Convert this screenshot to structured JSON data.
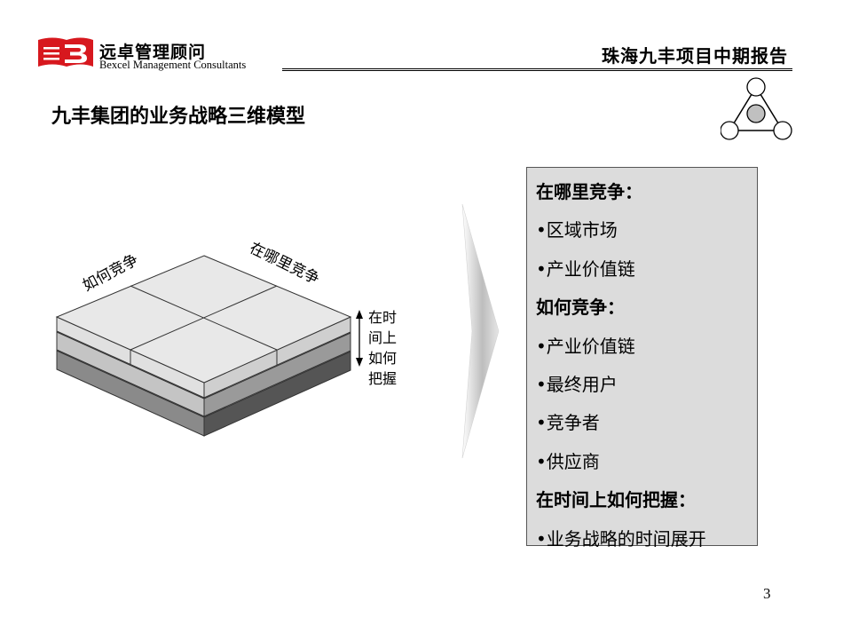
{
  "header": {
    "company_cn": "远卓管理顾问",
    "company_en": "Bexcel Management Consultants",
    "report_title": "珠海九丰项目中期报告"
  },
  "page_title": "九丰集团的业务战略三维模型",
  "model": {
    "label_left": "如何竞争",
    "label_right": "在哪里竞争",
    "label_vertical": [
      "在时",
      "间上",
      "如何",
      "把握"
    ]
  },
  "info_box": {
    "lines": [
      {
        "text": "在哪里竞争：",
        "heading": true
      },
      {
        "text": "•区域市场",
        "heading": false
      },
      {
        "text": "•产业价值链",
        "heading": false
      },
      {
        "text": "如何竞争：",
        "heading": true
      },
      {
        "text": "•产业价值链",
        "heading": false
      },
      {
        "text": "•最终用户",
        "heading": false
      },
      {
        "text": "•竞争者",
        "heading": false
      },
      {
        "text": "•供应商",
        "heading": false
      },
      {
        "text": "在时间上如何把握：",
        "heading": true
      },
      {
        "text": "•业务战略的时间展开",
        "heading": false
      }
    ]
  },
  "page_number": "3",
  "colors": {
    "brand_red": "#d7181e",
    "box_fill": "#dcdcdc",
    "top_layer": "#e8e8e8",
    "mid_layer": "#b8b8b8",
    "bottom_layer": "#6e6e6e"
  }
}
